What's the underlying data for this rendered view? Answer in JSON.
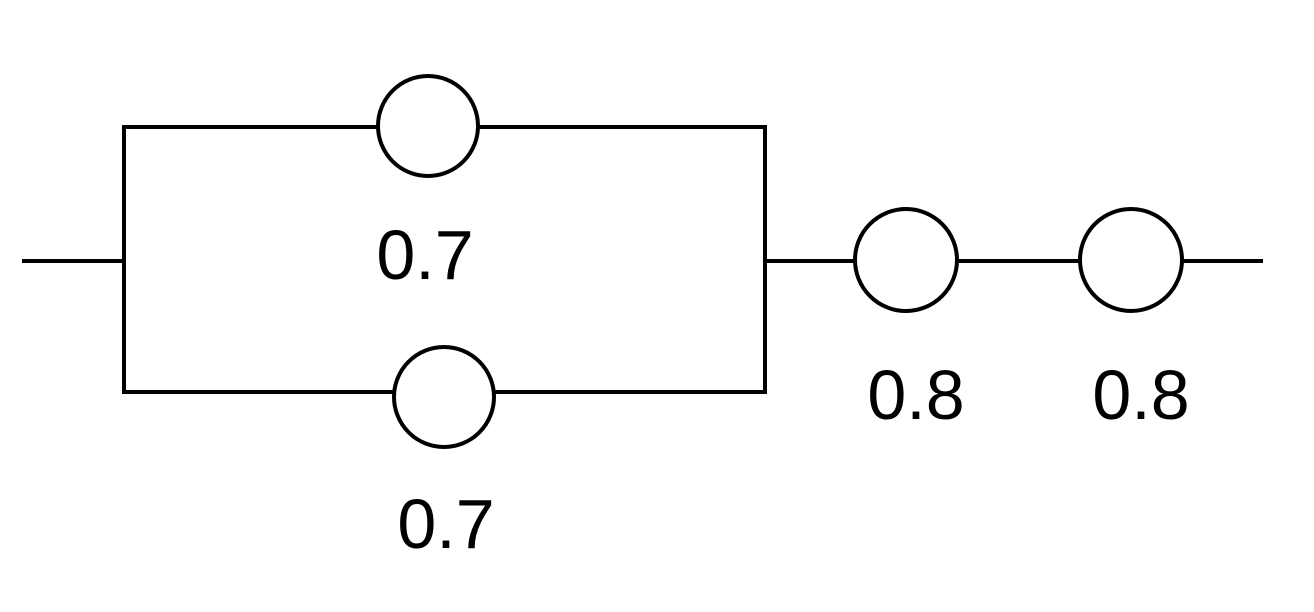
{
  "diagram": {
    "type": "reliability block diagram",
    "components": [
      {
        "id": "parallel-top",
        "reliability": "0.7"
      },
      {
        "id": "parallel-bottom",
        "reliability": "0.7"
      },
      {
        "id": "series-1",
        "reliability": "0.8"
      },
      {
        "id": "series-2",
        "reliability": "0.8"
      }
    ],
    "colors": {
      "stroke": "#000000",
      "background": "#ffffff"
    }
  }
}
